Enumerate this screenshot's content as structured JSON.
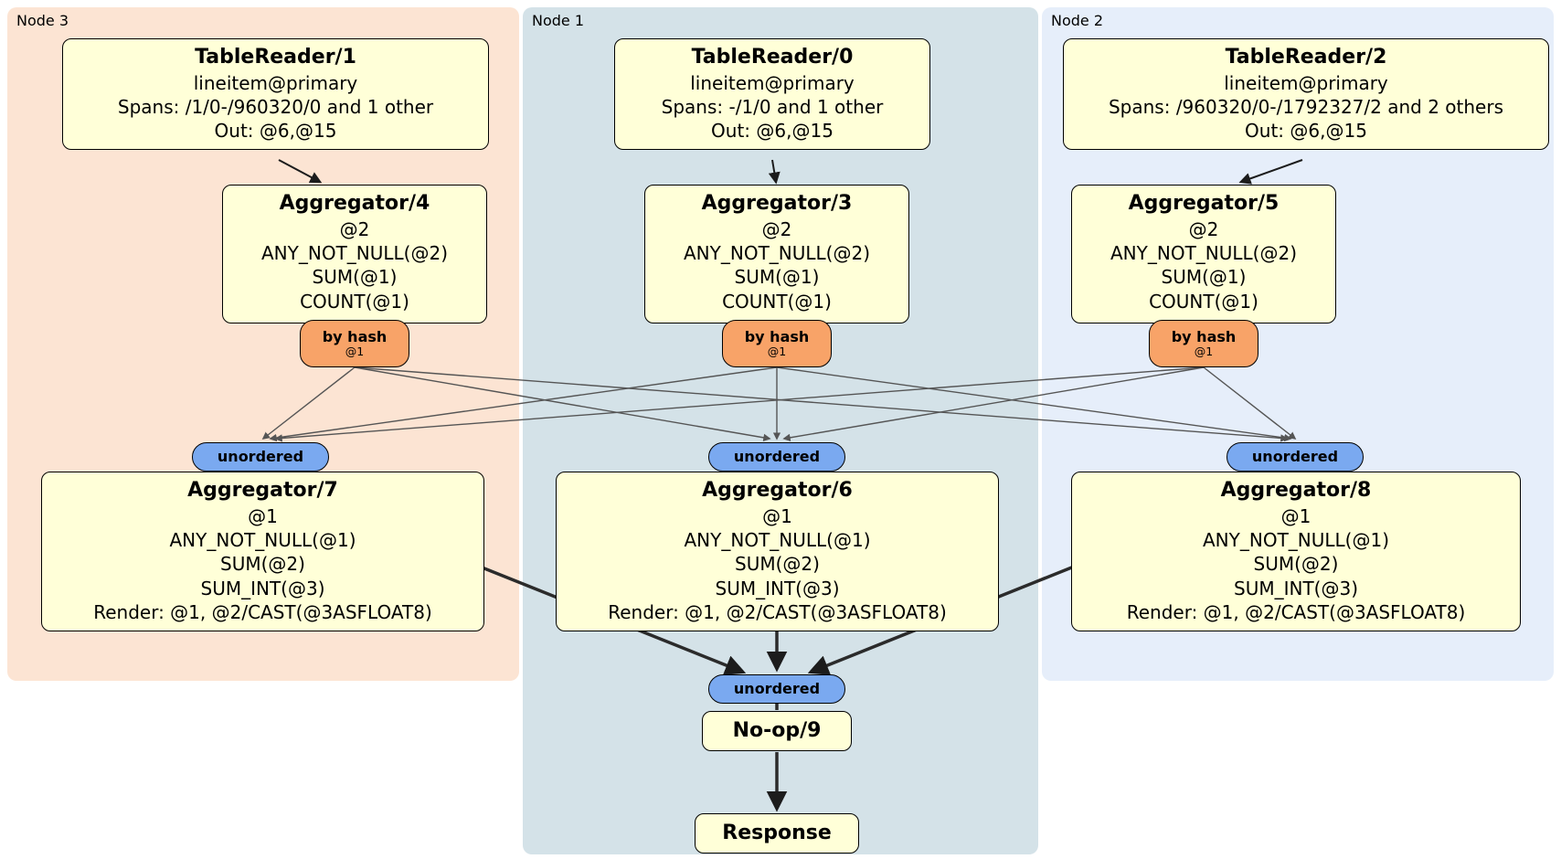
{
  "regions": [
    {
      "label": "Node 3"
    },
    {
      "label": "Node 1"
    },
    {
      "label": "Node 2"
    }
  ],
  "processors": {
    "tr1": {
      "title": "TableReader/1",
      "lines": [
        "lineitem@primary",
        "Spans: /1/0-/960320/0 and 1 other",
        "Out: @6,@15"
      ]
    },
    "tr0": {
      "title": "TableReader/0",
      "lines": [
        "lineitem@primary",
        "Spans: -/1/0 and 1 other",
        "Out: @6,@15"
      ]
    },
    "tr2": {
      "title": "TableReader/2",
      "lines": [
        "lineitem@primary",
        "Spans: /960320/0-/1792327/2 and 2 others",
        "Out: @6,@15"
      ]
    },
    "agg4": {
      "title": "Aggregator/4",
      "lines": [
        "@2",
        "ANY_NOT_NULL(@2)",
        "SUM(@1)",
        "COUNT(@1)"
      ]
    },
    "agg3": {
      "title": "Aggregator/3",
      "lines": [
        "@2",
        "ANY_NOT_NULL(@2)",
        "SUM(@1)",
        "COUNT(@1)"
      ]
    },
    "agg5": {
      "title": "Aggregator/5",
      "lines": [
        "@2",
        "ANY_NOT_NULL(@2)",
        "SUM(@1)",
        "COUNT(@1)"
      ]
    },
    "agg7": {
      "title": "Aggregator/7",
      "lines": [
        "@1",
        "ANY_NOT_NULL(@1)",
        "SUM(@2)",
        "SUM_INT(@3)",
        "Render: @1, @2/CAST(@3ASFLOAT8)"
      ]
    },
    "agg6": {
      "title": "Aggregator/6",
      "lines": [
        "@1",
        "ANY_NOT_NULL(@1)",
        "SUM(@2)",
        "SUM_INT(@3)",
        "Render: @1, @2/CAST(@3ASFLOAT8)"
      ]
    },
    "agg8": {
      "title": "Aggregator/8",
      "lines": [
        "@1",
        "ANY_NOT_NULL(@1)",
        "SUM(@2)",
        "SUM_INT(@3)",
        "Render: @1, @2/CAST(@3ASFLOAT8)"
      ]
    },
    "noop": {
      "title": "No-op/9"
    },
    "response": {
      "title": "Response"
    }
  },
  "routers": {
    "byHash": {
      "label": "by hash",
      "sub": "@1"
    },
    "stream": {
      "label": "unordered"
    }
  },
  "colors": {
    "node3_bg": "#fce4d3",
    "node1_bg": "#d4e2e8",
    "node2_bg": "#e6eefa",
    "processor_bg": "#ffffd8",
    "hash_router_bg": "#f8a368",
    "stream_bg": "#7aa9f0"
  }
}
